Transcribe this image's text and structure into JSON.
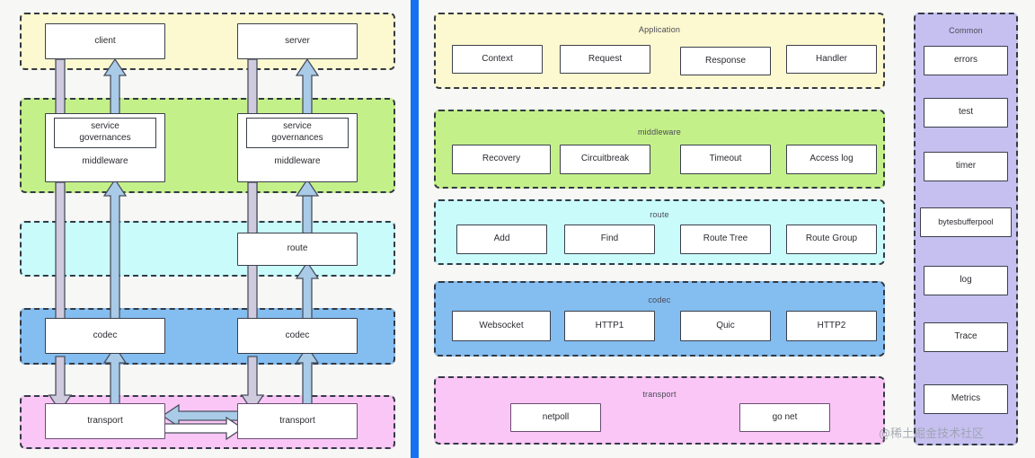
{
  "theme": {
    "divider_color": "#1472f0",
    "application_bg": "#fcf8cf",
    "middleware_bg": "#c4f08a",
    "route_bg": "#c9fbfb",
    "codec_bg": "#84bdf0",
    "transport_bg": "#f9c6f6",
    "common_bg": "#c5c0f0",
    "arrow_down_color": "#cfcade",
    "arrow_up_color": "#a9cbe8",
    "node_border": "#3a3f4a",
    "dash_border": "#333a44"
  },
  "left_panel": {
    "name": "client-server-flow",
    "layers": [
      {
        "key": "application",
        "title": "",
        "nodes": [
          {
            "label": "client",
            "kind": "simple"
          },
          {
            "label": "server",
            "kind": "simple"
          }
        ]
      },
      {
        "key": "middleware",
        "title": "",
        "nodes": [
          {
            "label": "middleware",
            "inner": "service\ngovernances",
            "kind": "stack"
          },
          {
            "label": "middleware",
            "inner": "service\ngovernances",
            "kind": "stack"
          }
        ]
      },
      {
        "key": "route",
        "title": "",
        "nodes": [
          {
            "label": "route",
            "kind": "simple"
          }
        ]
      },
      {
        "key": "codec",
        "title": "",
        "nodes": [
          {
            "label": "codec",
            "kind": "simple"
          },
          {
            "label": "codec",
            "kind": "simple"
          }
        ]
      },
      {
        "key": "transport",
        "title": "",
        "nodes": [
          {
            "label": "transport",
            "kind": "simple"
          },
          {
            "label": "transport",
            "kind": "simple"
          }
        ]
      }
    ],
    "service_governances_line1": "service",
    "service_governances_line2": "governances",
    "middleware_label": "middleware",
    "client_label": "client",
    "server_label": "server",
    "route_label": "route",
    "codec_label": "codec",
    "transport_label": "transport"
  },
  "right_panel": {
    "name": "layered-module-map",
    "sections": [
      {
        "key": "application",
        "title": "Application",
        "items": [
          "Context",
          "Request",
          "Response",
          "Handler"
        ]
      },
      {
        "key": "middleware",
        "title": "middleware",
        "items": [
          "Recovery",
          "Circuitbreak",
          "Timeout",
          "Access log"
        ]
      },
      {
        "key": "route",
        "title": "route",
        "items": [
          "Add",
          "Find",
          "Route Tree",
          "Route Group"
        ]
      },
      {
        "key": "codec",
        "title": "codec",
        "items": [
          "Websocket",
          "HTTP1",
          "Quic",
          "HTTP2"
        ]
      },
      {
        "key": "transport",
        "title": "transport",
        "items": [
          "netpoll",
          "go net"
        ]
      }
    ]
  },
  "common_panel": {
    "name": "common-column",
    "title": "Common",
    "items": [
      "errors",
      "test",
      "timer",
      "bytesbufferpool",
      "log",
      "Trace",
      "Metrics"
    ]
  },
  "watermark": {
    "text": "@稀土掘金技术社区"
  }
}
